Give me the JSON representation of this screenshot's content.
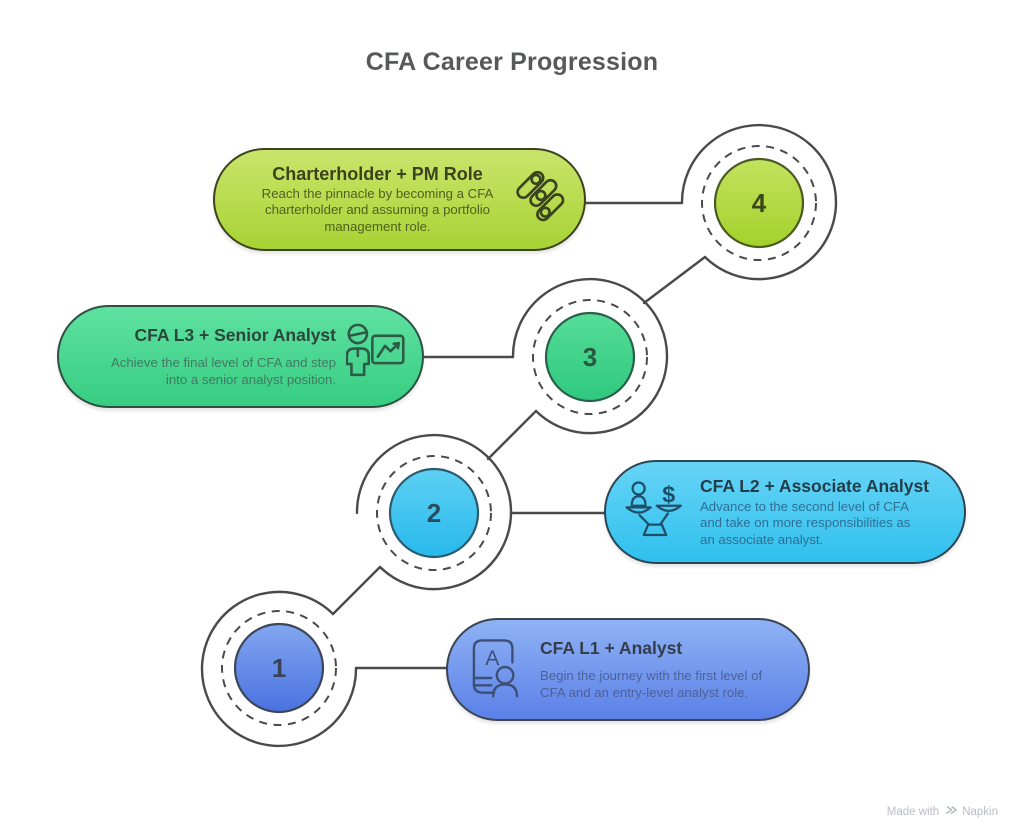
{
  "title": "CFA Career Progression",
  "steps": [
    {
      "number": "1",
      "title": "CFA L1 + Analyst",
      "description": "Begin the journey with the first level of CFA and an entry-level analyst role.",
      "icon": "id-card-person-icon",
      "color": "#5b81e8"
    },
    {
      "number": "2",
      "title": "CFA L2 + Associate Analyst",
      "description": "Advance to the second level of CFA and take on more responsibilities as an associate analyst.",
      "icon": "balance-scale-dollar-icon",
      "color": "#30c0ee"
    },
    {
      "number": "3",
      "title": "CFA L3 + Senior Analyst",
      "description": "Achieve the final level of CFA and step into a senior analyst position.",
      "icon": "person-presenting-chart-icon",
      "color": "#37cd82"
    },
    {
      "number": "4",
      "title": "Charterholder + PM Role",
      "description": "Reach the pinnacle by becoming a CFA charterholder and assuming a portfolio management role.",
      "icon": "diagonal-sliders-icon",
      "color": "#a7d334"
    }
  ],
  "icons": {
    "card_letter_glyph": "A",
    "dollar_glyph": "$"
  },
  "watermark": {
    "prefix": "Made with",
    "brand": "Napkin"
  },
  "colors": {
    "line": "#4a4a4a",
    "background": "#ffffff",
    "title_text": "#57585a"
  }
}
